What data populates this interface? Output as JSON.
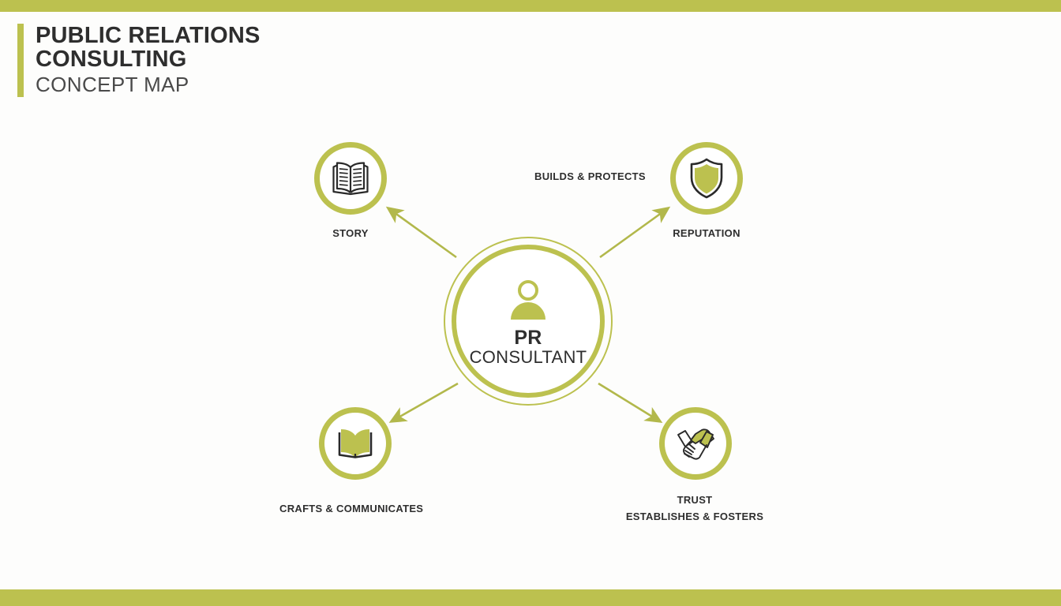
{
  "theme": {
    "accent": "#bcc14f",
    "text_dark": "#2e2e2e",
    "text_mid": "#4a4a4a",
    "background": "#fdfdfc"
  },
  "header": {
    "title_line1": "PUBLIC RELATIONS",
    "title_line2": "CONSULTING",
    "subtitle": "CONCEPT MAP"
  },
  "hub": {
    "icon": "person-icon",
    "title": "PR",
    "subtitle": "CONSULTANT"
  },
  "nodes": [
    {
      "id": "story",
      "icon": "open-book-lined-icon",
      "label": "STORY",
      "position": "top-left"
    },
    {
      "id": "reputation",
      "icon": "shield-icon",
      "label": "REPUTATION",
      "position": "top-right"
    },
    {
      "id": "crafts-communicates",
      "icon": "open-book-filled-icon",
      "label": "CRAFTS & COMMUNICATES",
      "position": "bottom-left"
    },
    {
      "id": "trust",
      "icon": "handshake-icon",
      "label_line1": "TRUST",
      "label_line2": "ESTABLISHES & FOSTERS",
      "position": "bottom-right"
    }
  ],
  "edge_labels": {
    "builds_protects": "BUILDS & PROTECTS"
  }
}
